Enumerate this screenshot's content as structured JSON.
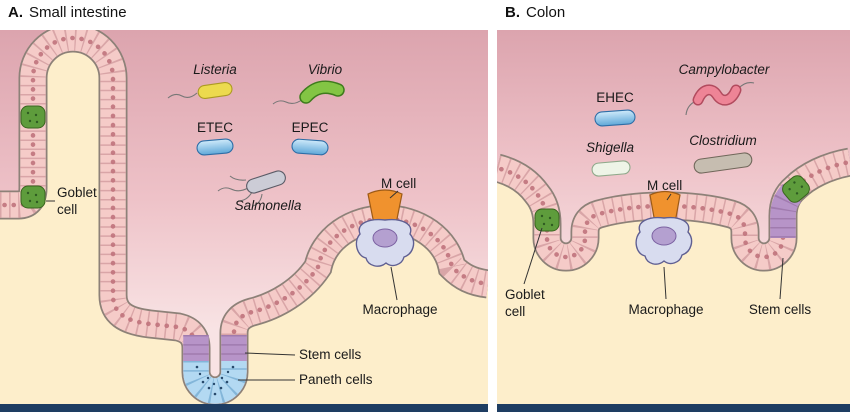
{
  "panel_a": {
    "letter": "A.",
    "title": "Small intestine",
    "bacteria": {
      "listeria": "Listeria",
      "vibrio": "Vibrio",
      "etec": "ETEC",
      "epec": "EPEC",
      "salmonella": "Salmonella"
    },
    "labels": {
      "m_cell": "M cell",
      "goblet_line1": "Goblet",
      "goblet_line2": "cell",
      "macrophage": "Macrophage",
      "stem_cells": "Stem cells",
      "paneth_cells": "Paneth cells"
    }
  },
  "panel_b": {
    "letter": "B.",
    "title": "Colon",
    "bacteria": {
      "ehec": "EHEC",
      "campylobacter": "Campylobacter",
      "shigella": "Shigella",
      "clostridium": "Clostridium"
    },
    "labels": {
      "m_cell": "M cell",
      "goblet_line1": "Goblet",
      "goblet_line2": "cell",
      "macrophage": "Macrophage",
      "stem_cells": "Stem cells"
    }
  },
  "colors": {
    "lumen_top": "#dca4ae",
    "lumen_light": "#f8e3e4",
    "tissue_cream": "#fdeecb",
    "epithelium_outline": "#8d8178",
    "epithelium_fill": "#f5cbc8",
    "cell_divider": "#cf989c",
    "nucleus_dot": "#c0737c",
    "goblet_green": "#5e9c3c",
    "goblet_speckle": "#2f5b22",
    "m_cell_orange": "#f0922e",
    "macrophage_body": "#d8dcef",
    "macrophage_outline": "#5f5f92",
    "macrophage_nucleus": "#b4a0d0",
    "paneth_blue": "#b3d9f2",
    "paneth_granule": "#27496b",
    "stem_purple": "#b794c8",
    "navy_bar": "#1e3d62",
    "listeria_yellow": "#ecda4e",
    "vibrio_green": "#83c544",
    "rod_blue": "#7fc4e8",
    "rod_blue_dark": "#2d6da6",
    "salmonella_gray": "#ccccd6",
    "campylobacter_pink": "#ee8496",
    "campylobacter_dark": "#b24b5e",
    "shigella_pale": "#eef4e7",
    "clostridium_tan": "#c6bdb0"
  }
}
